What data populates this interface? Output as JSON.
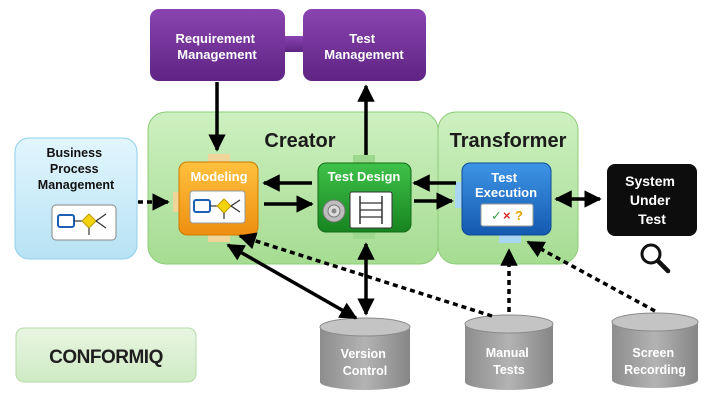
{
  "nodes": {
    "requirement_management": [
      "Requirement",
      "Management"
    ],
    "test_management": [
      "Test",
      "Management"
    ],
    "creator": "Creator",
    "transformer": "Transformer",
    "business_process_management": [
      "Business",
      "Process",
      "Management"
    ],
    "modeling": "Modeling",
    "test_design": "Test Design",
    "test_execution": [
      "Test",
      "Execution"
    ],
    "system_under_test": [
      "System",
      "Under",
      "Test"
    ],
    "version_control": [
      "Version",
      "Control"
    ],
    "manual_tests": [
      "Manual",
      "Tests"
    ],
    "screen_recording": [
      "Screen",
      "Recording"
    ],
    "logo": "CONFORMIQ"
  },
  "icons": {
    "test_execution_symbols": [
      "✓",
      "×",
      "?"
    ]
  },
  "colors": {
    "purple": "#6a2a8e",
    "creator_green": "#b8e6a6",
    "test_design_green": "#1f9e27",
    "modeling_orange": "#f2a21a",
    "execution_blue": "#1a72cf",
    "bpm_blue": "#c8ecf8",
    "cylinder_gray": "#9a9a9a",
    "logo_green": "#3aa645"
  }
}
